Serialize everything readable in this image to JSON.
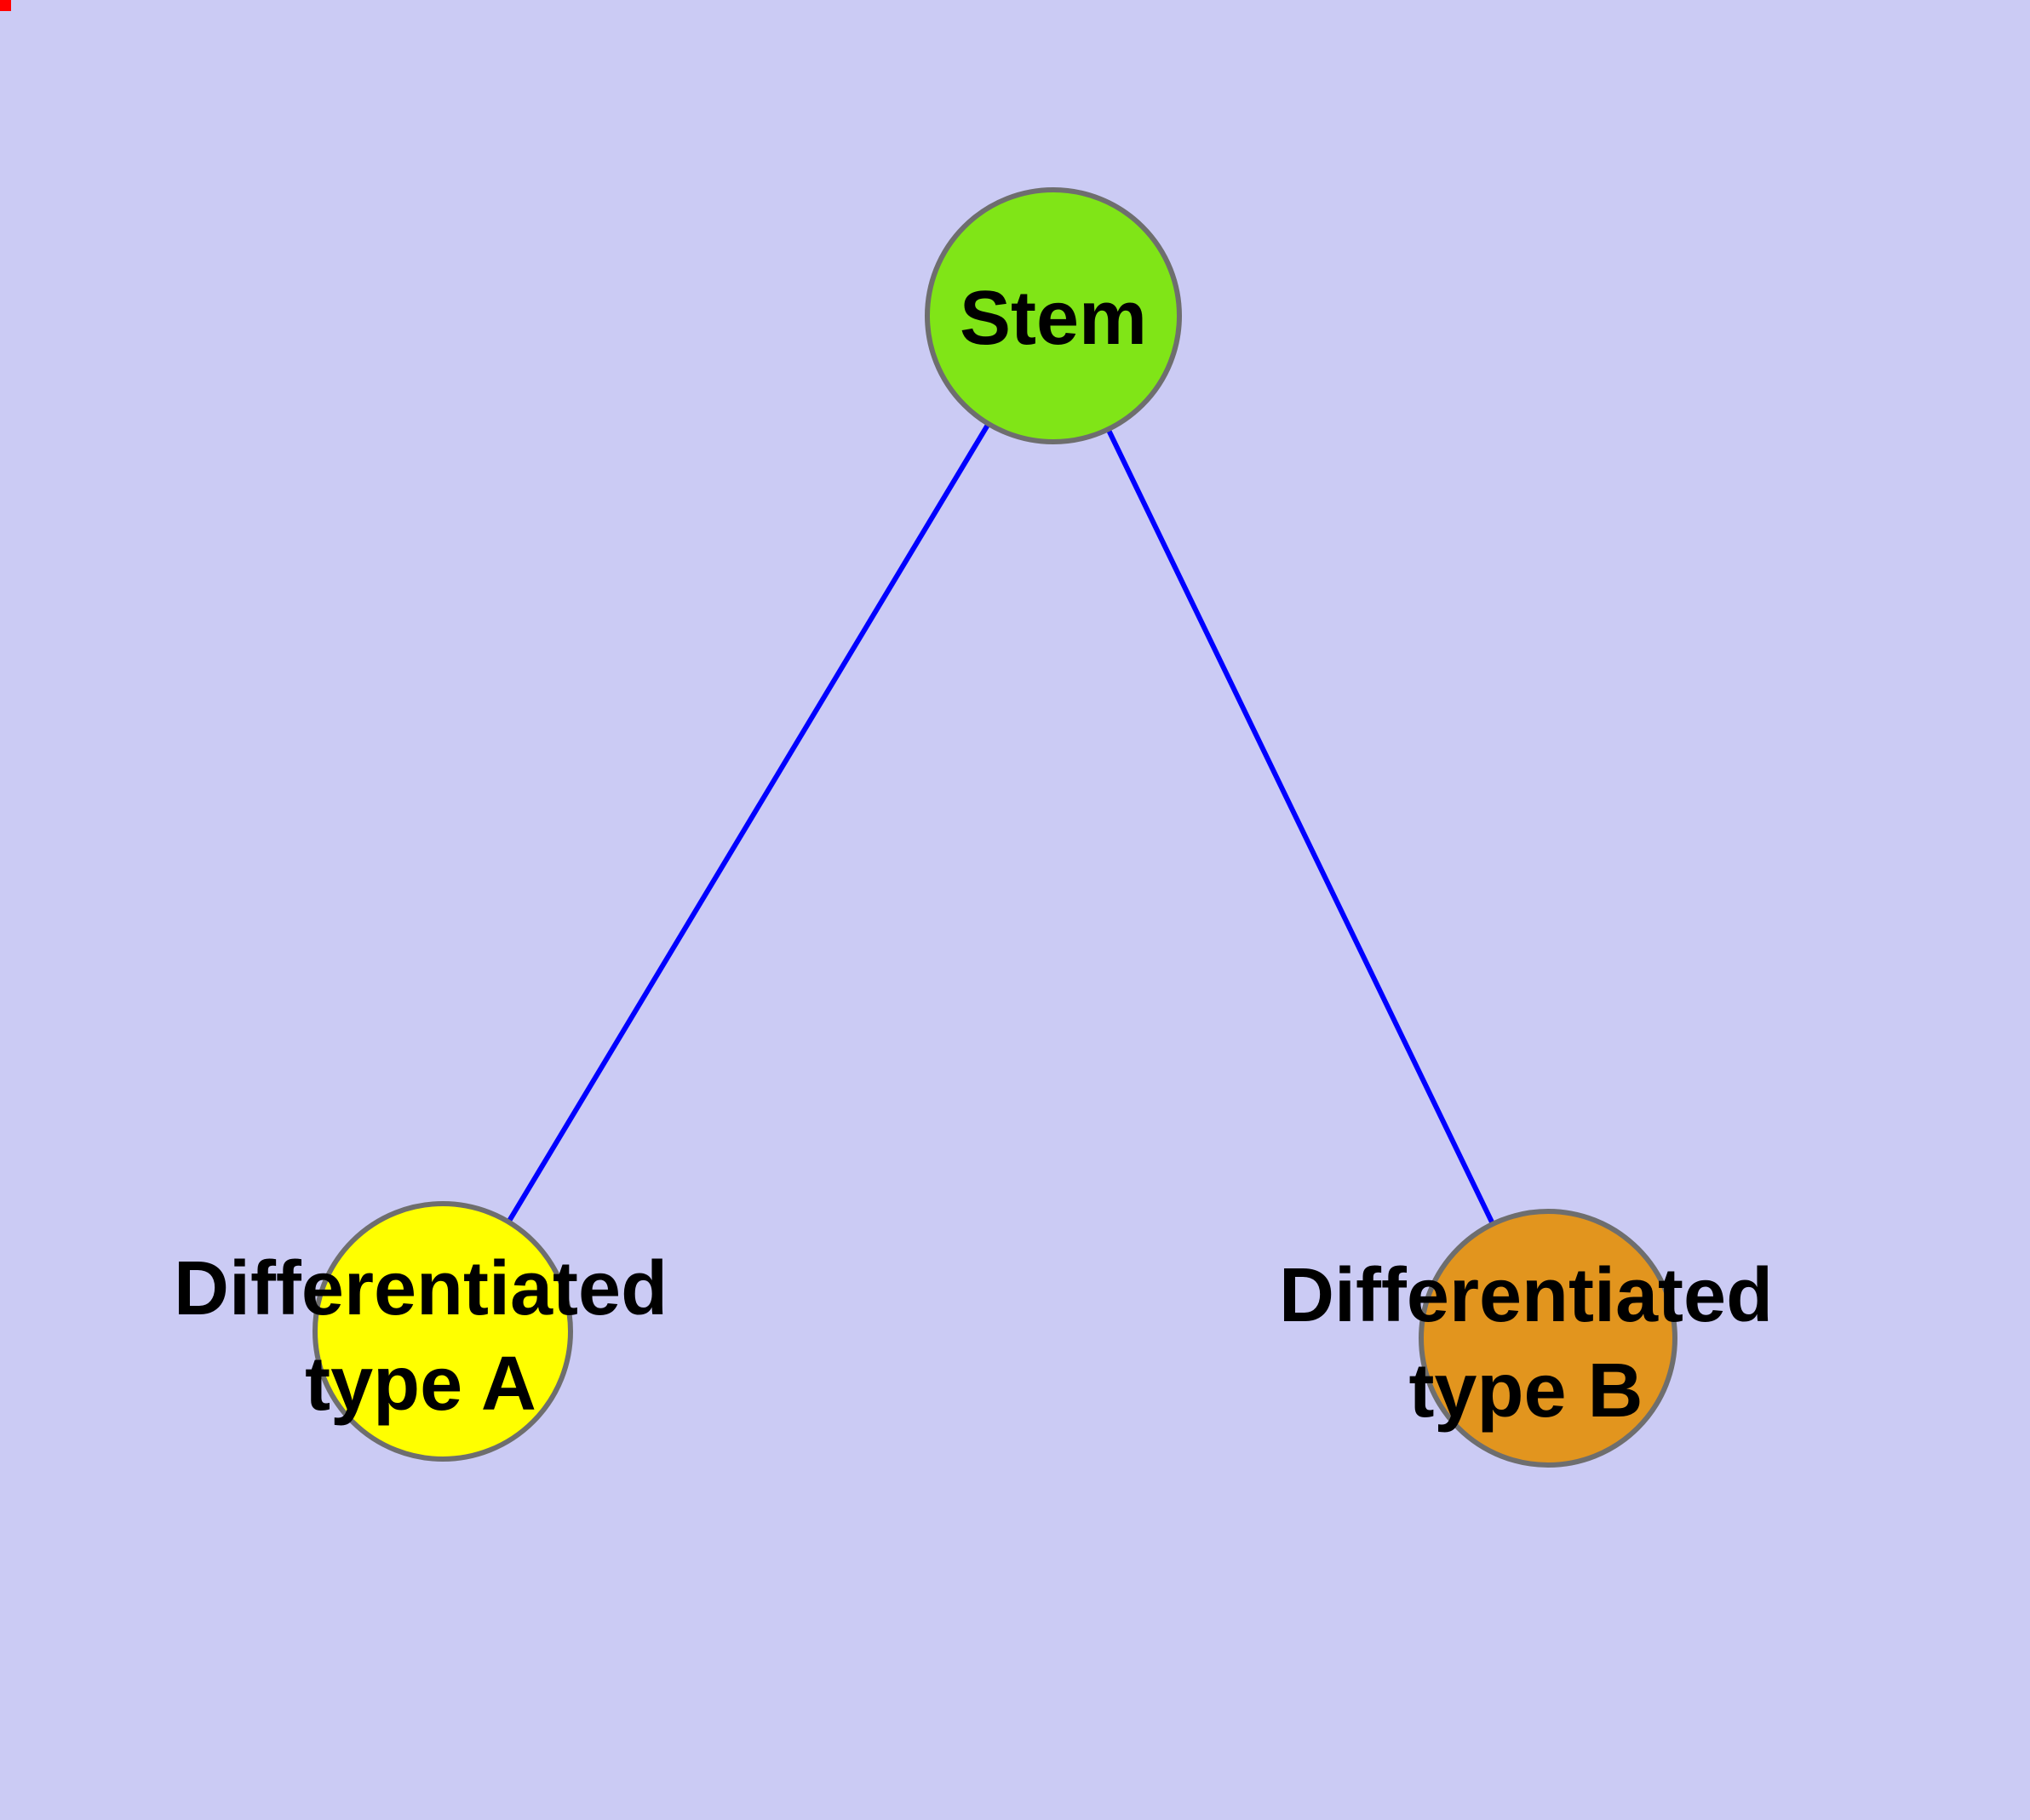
{
  "diagram": {
    "title": "Stem cell differentiation graph",
    "type": "node-link-graph",
    "background_color": "#CBCBF4",
    "edge_color": "#0000FF",
    "node_border_color": "#6E6E6E",
    "label_color": "#000000",
    "corner_marker_color": "#FF0000",
    "nodes": [
      {
        "id": "stem",
        "label": "Stem",
        "color": "#80E517"
      },
      {
        "id": "type-a",
        "label": "Differentiated type A",
        "label_line1": "Differentiated",
        "label_line2": "type A",
        "color": "#FFFF00"
      },
      {
        "id": "type-b",
        "label": "Differentiated type B",
        "label_line1": "Differentiated",
        "label_line2": "type B",
        "color": "#E2951E"
      }
    ],
    "edges": [
      {
        "from": "Stem",
        "to": "Differentiated type A"
      },
      {
        "from": "Stem",
        "to": "Differentiated type B"
      }
    ]
  }
}
